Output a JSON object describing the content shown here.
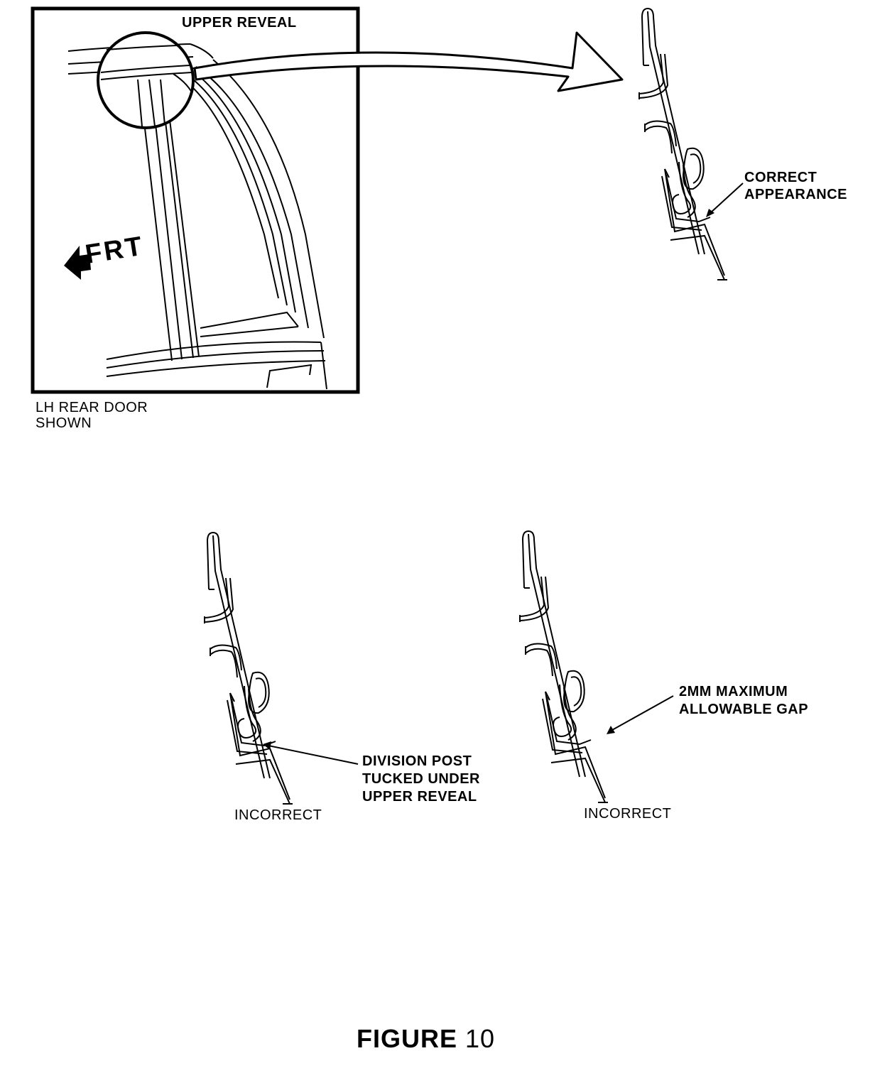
{
  "inset": {
    "title": "UPPER REVEAL",
    "direction_label": "FRT",
    "note_line1": "LH REAR DOOR",
    "note_line2": "SHOWN"
  },
  "detail_correct": {
    "label_line1": "CORRECT",
    "label_line2": "APPEARANCE"
  },
  "detail_incorrect_left": {
    "label_line1": "DIVISION POST",
    "label_line2": "TUCKED UNDER",
    "label_line3": "UPPER REVEAL",
    "status": "INCORRECT"
  },
  "detail_incorrect_right": {
    "label_line1": "2MM MAXIMUM",
    "label_line2": "ALLOWABLE GAP",
    "status": "INCORRECT"
  },
  "figure_caption": {
    "bold_part": "FIGURE",
    "number": "10"
  }
}
